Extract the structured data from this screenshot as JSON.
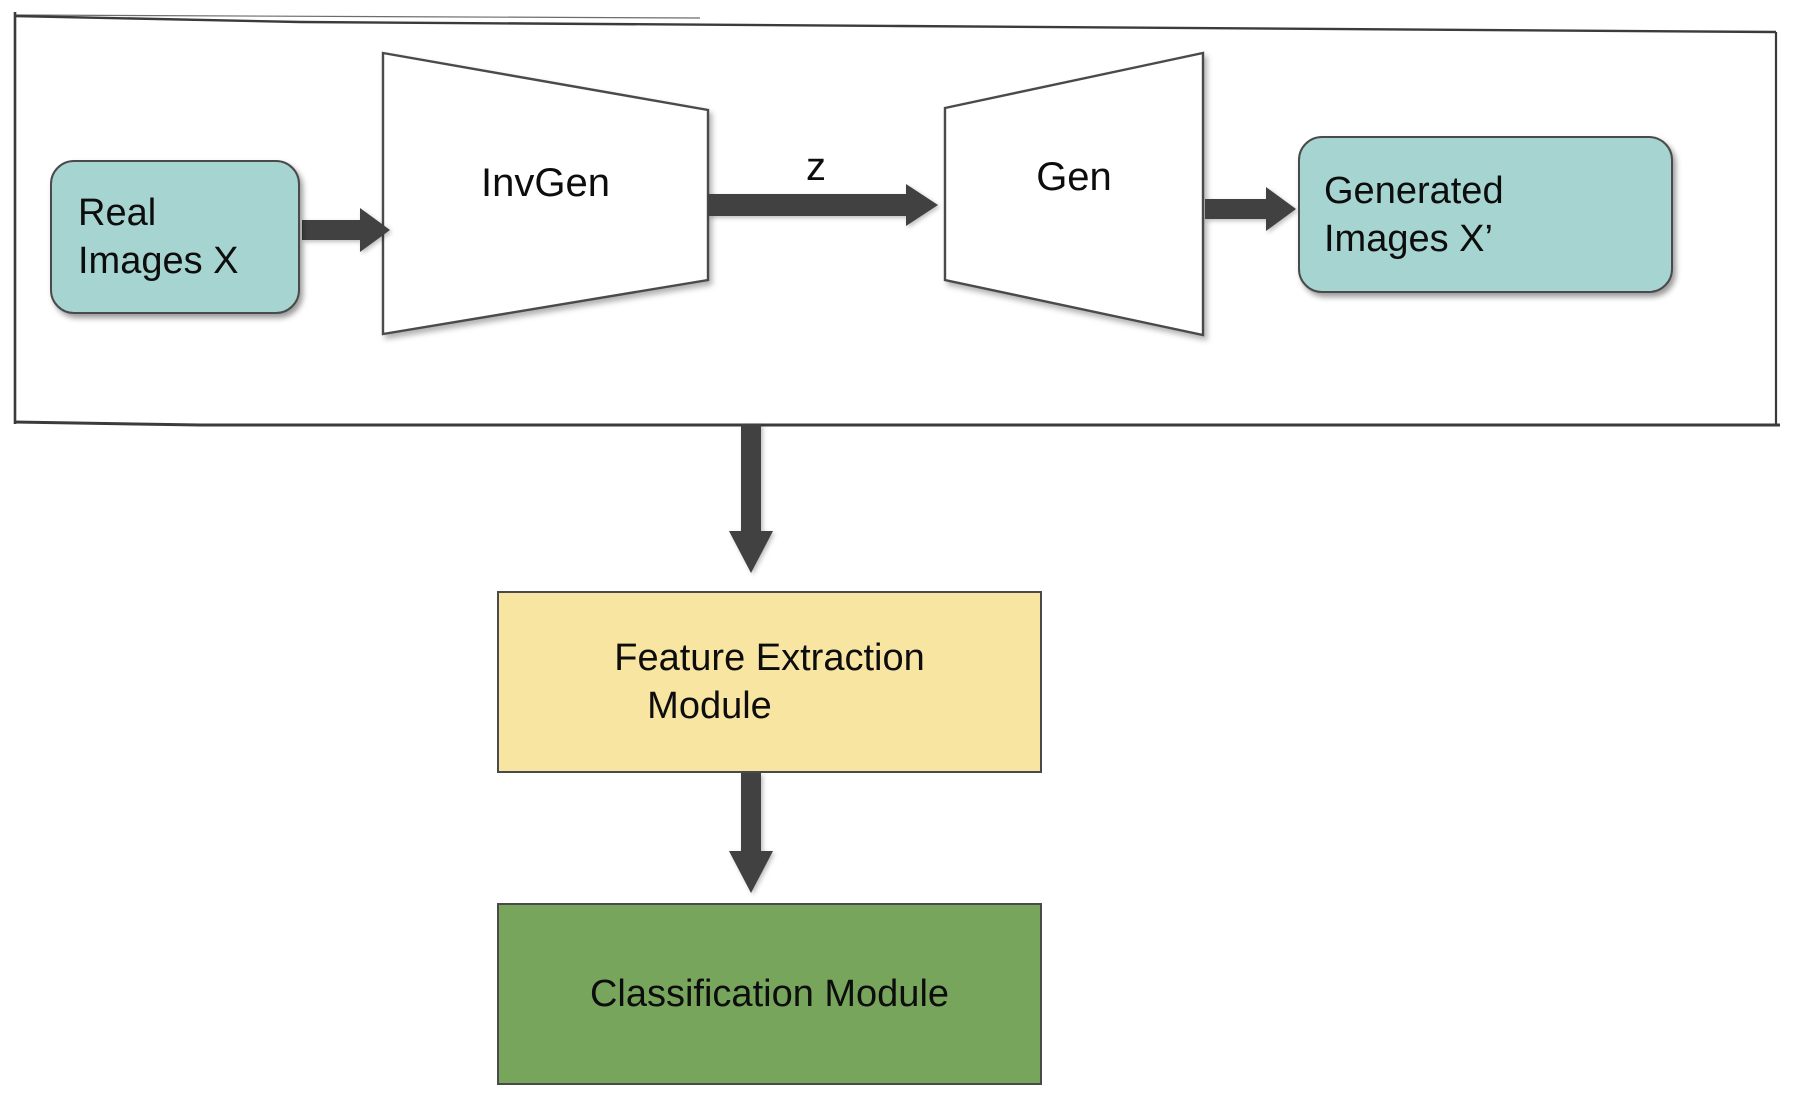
{
  "colors": {
    "teal_node": "#a6d4d1",
    "yellow_node": "#f8e5a2",
    "green_node": "#78a55c",
    "arrow_gray": "#414141",
    "node_outline": "#4a4a4a",
    "frame_outline": "#3b3b3b"
  },
  "gan_block": {
    "real_images_label": "Real\nImages X",
    "invgen_label": "InvGen",
    "latent_label": "z",
    "gen_label": "Gen",
    "generated_images_label": "Generated\nImages X’"
  },
  "pipeline": {
    "feature_extraction_line1": "Feature Extraction",
    "feature_extraction_line2": "Module",
    "classification_label": "Classification Module"
  }
}
